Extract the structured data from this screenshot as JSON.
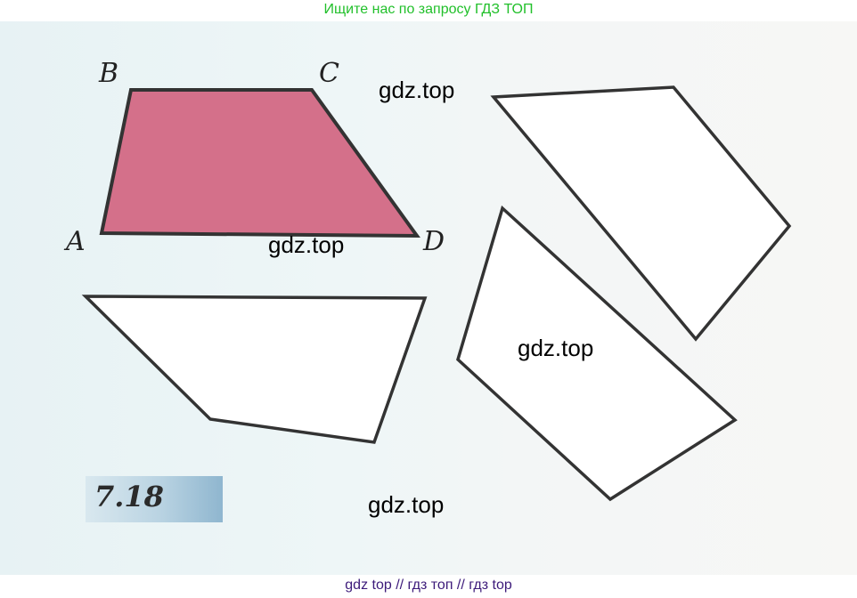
{
  "banner": {
    "text": "Ищите нас по запросу ГДЗ ТОП",
    "color": "#22c02b"
  },
  "figure": {
    "fill_color": "#d4708a",
    "outline_color": "#333333",
    "vertex_labels": {
      "a": "A",
      "b": "B",
      "c": "C",
      "d": "D"
    }
  },
  "watermarks": {
    "w1": "gdz.top",
    "w2": "gdz.top",
    "w3": "gdz.top",
    "w4": "gdz.top"
  },
  "problem": {
    "number": "7.18"
  },
  "footer": {
    "text": "gdz top  //  гдз топ  //  гдз top",
    "color": "#3c1a7a"
  }
}
